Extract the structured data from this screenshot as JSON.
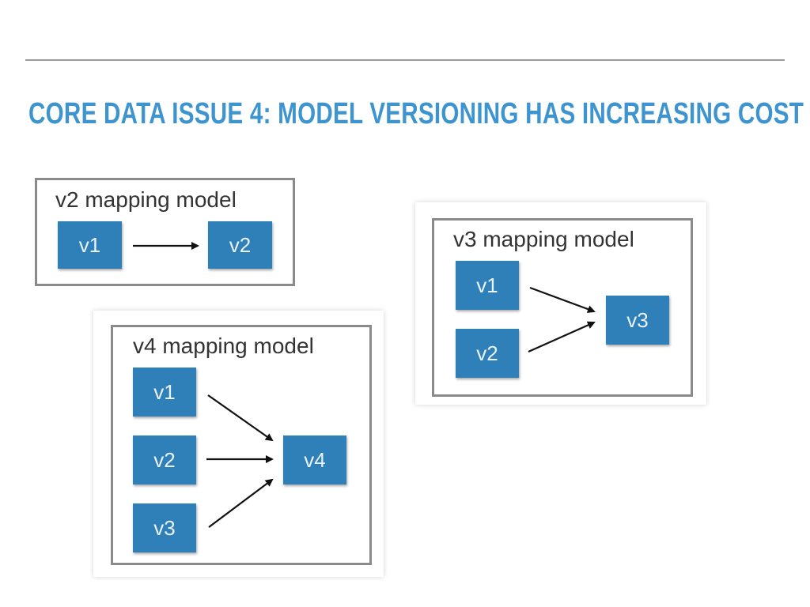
{
  "slide": {
    "title": "CORE DATA ISSUE 4: MODEL VERSIONING HAS INCREASING COST",
    "title_color": "#3d94cf"
  },
  "diagrams": {
    "v2": {
      "title": "v2 mapping model",
      "sources": [
        "v1"
      ],
      "target": "v2"
    },
    "v3": {
      "title": "v3 mapping model",
      "sources": [
        "v1",
        "v2"
      ],
      "target": "v3"
    },
    "v4": {
      "title": "v4 mapping model",
      "sources": [
        "v1",
        "v2",
        "v3"
      ],
      "target": "v4"
    }
  },
  "colors": {
    "node_fill": "#2f7fb8",
    "node_text": "#eaf3fa",
    "frame": "#8a8a8a",
    "arrow": "#111111"
  }
}
